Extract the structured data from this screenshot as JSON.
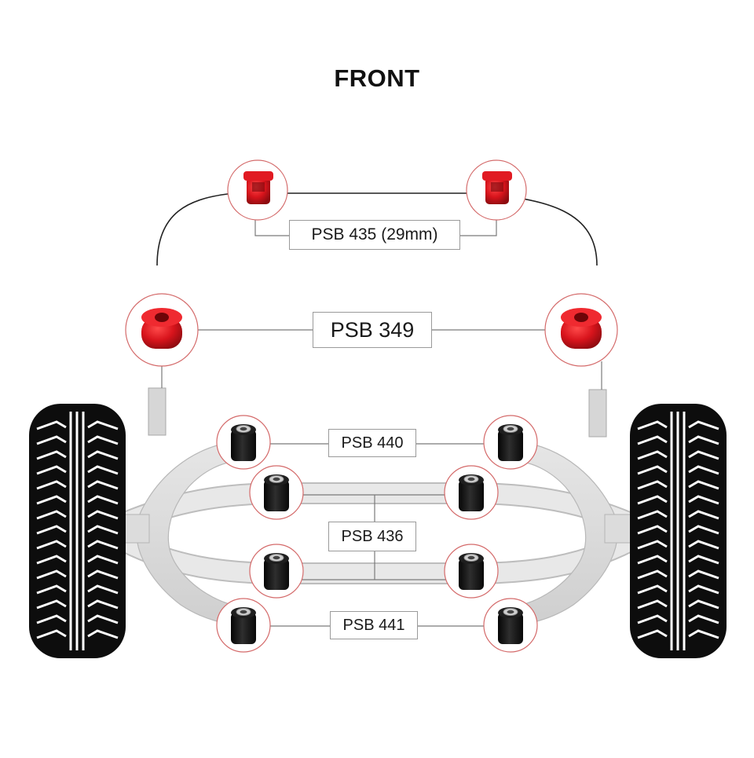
{
  "diagram": {
    "title": "FRONT",
    "labels": {
      "psb435": "PSB 435 (29mm)",
      "psb349": "PSB 349",
      "psb440": "PSB 440",
      "psb436": "PSB 436",
      "psb441": "PSB 441"
    },
    "colors": {
      "bush_red": "#d8141c",
      "bush_black": "#151515",
      "arm_grey": "#d9d9d9",
      "callout_ring": "#d46a6a",
      "tyre": "#0d0d0d"
    },
    "icons": {
      "red_bush": "red-bush-icon",
      "black_bush": "black-bush-icon",
      "tyre": "tyre-icon"
    }
  }
}
